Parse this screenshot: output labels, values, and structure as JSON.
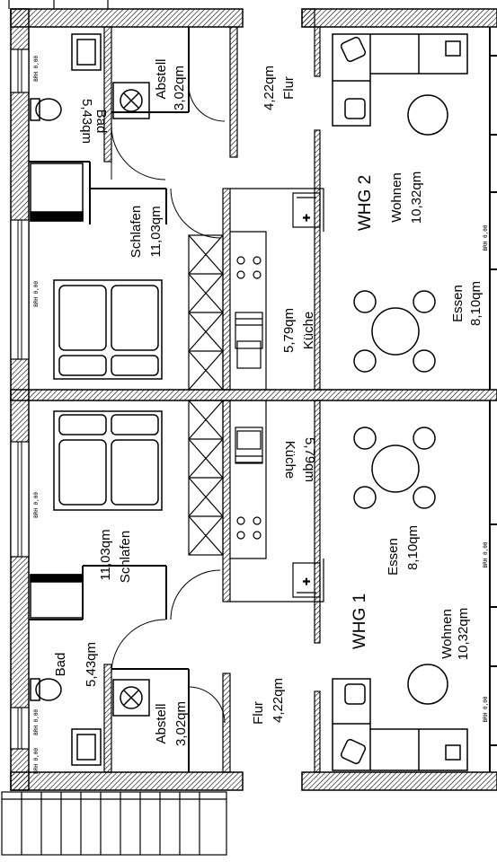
{
  "units": {
    "whg2": {
      "name": "WHG 2",
      "rooms": [
        {
          "name": "Bad",
          "area": "5,43qm"
        },
        {
          "name": "Abstell",
          "area": "3,02qm"
        },
        {
          "name": "Flur",
          "area": "4,22qm"
        },
        {
          "name": "Schlafen",
          "area": "11,03qm"
        },
        {
          "name": "Küche",
          "area": "5,79qm"
        },
        {
          "name": "Wohnen",
          "area": "10,32qm"
        },
        {
          "name": "Essen",
          "area": "8,10qm"
        }
      ]
    },
    "whg1": {
      "name": "WHG 1",
      "rooms": [
        {
          "name": "Bad",
          "area": "5,43qm"
        },
        {
          "name": "Abstell",
          "area": "3,02qm"
        },
        {
          "name": "Flur",
          "area": "4,22qm"
        },
        {
          "name": "Schlafen",
          "area": "11,03qm"
        },
        {
          "name": "Küche",
          "area": "5,79qm"
        },
        {
          "name": "Wohnen",
          "area": "10,32qm"
        },
        {
          "name": "Essen",
          "area": "8,10qm"
        }
      ]
    }
  },
  "window_tags": {
    "left_1": "BRH 0,00",
    "left_2": "BRH 0,00",
    "left_3": "BRH 0,00",
    "left_4": "BRH 0,00",
    "left_5": "BRH 0,00",
    "right_1": "BRH 0,00",
    "right_2": "BRH 0,00",
    "right_3": "BRH 0,00"
  }
}
